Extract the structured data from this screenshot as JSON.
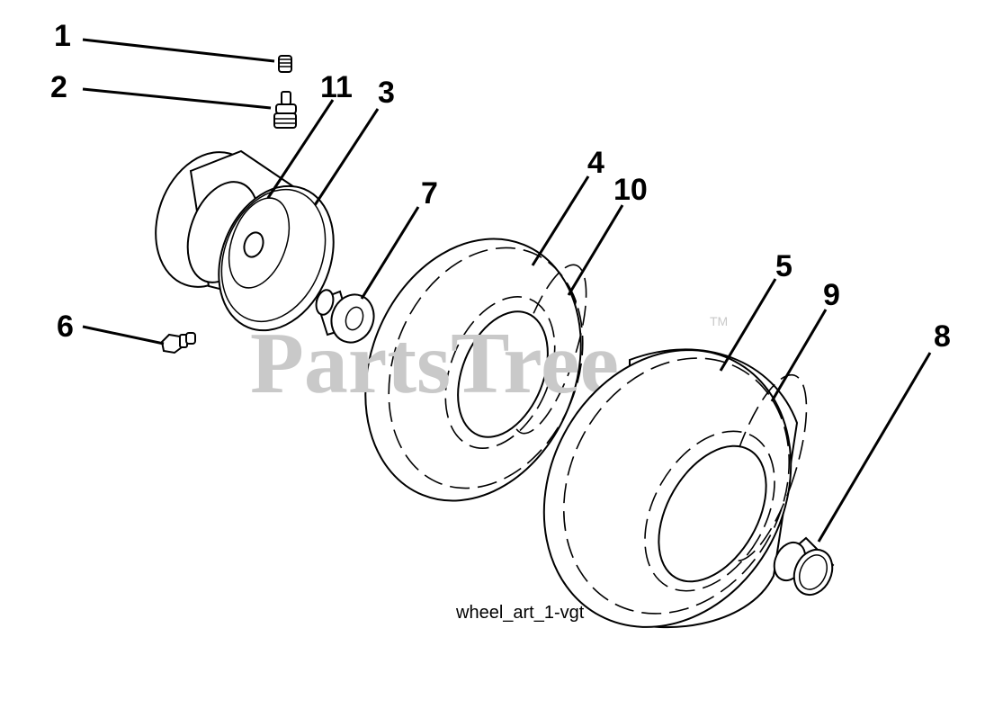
{
  "diagram": {
    "caption": "wheel_art_1-vgt",
    "watermark": {
      "text": "PartsTree",
      "trademark": "TM"
    },
    "callouts": [
      "1",
      "2",
      "11",
      "3",
      "7",
      "4",
      "10",
      "5",
      "9",
      "8",
      "6"
    ]
  }
}
